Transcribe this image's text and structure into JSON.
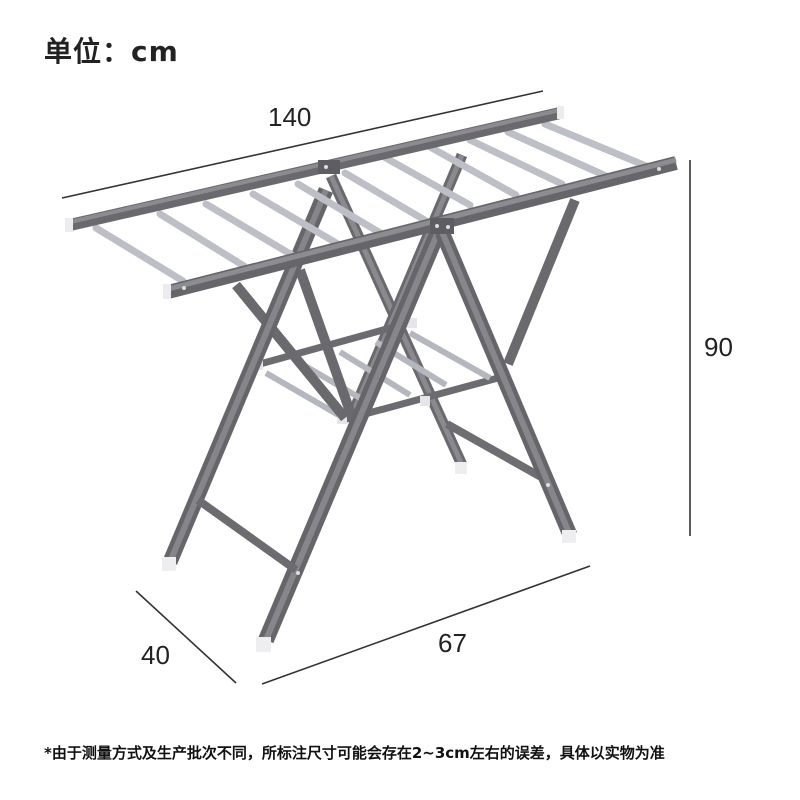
{
  "unit_label": "单位：cm",
  "dimensions": {
    "length": "140",
    "height": "90",
    "depth": "40",
    "width": "67"
  },
  "footnote": "*由于测量方式及生产批次不同，所标注尺寸可能会存在2~3cm左右的误差，具体以实物为准",
  "colors": {
    "frame": "#7a7a7e",
    "frame_dark": "#5f5f63",
    "rod": "#b9bcc2",
    "end_cap": "#e9e9ec",
    "dimension_line": "#333333"
  }
}
